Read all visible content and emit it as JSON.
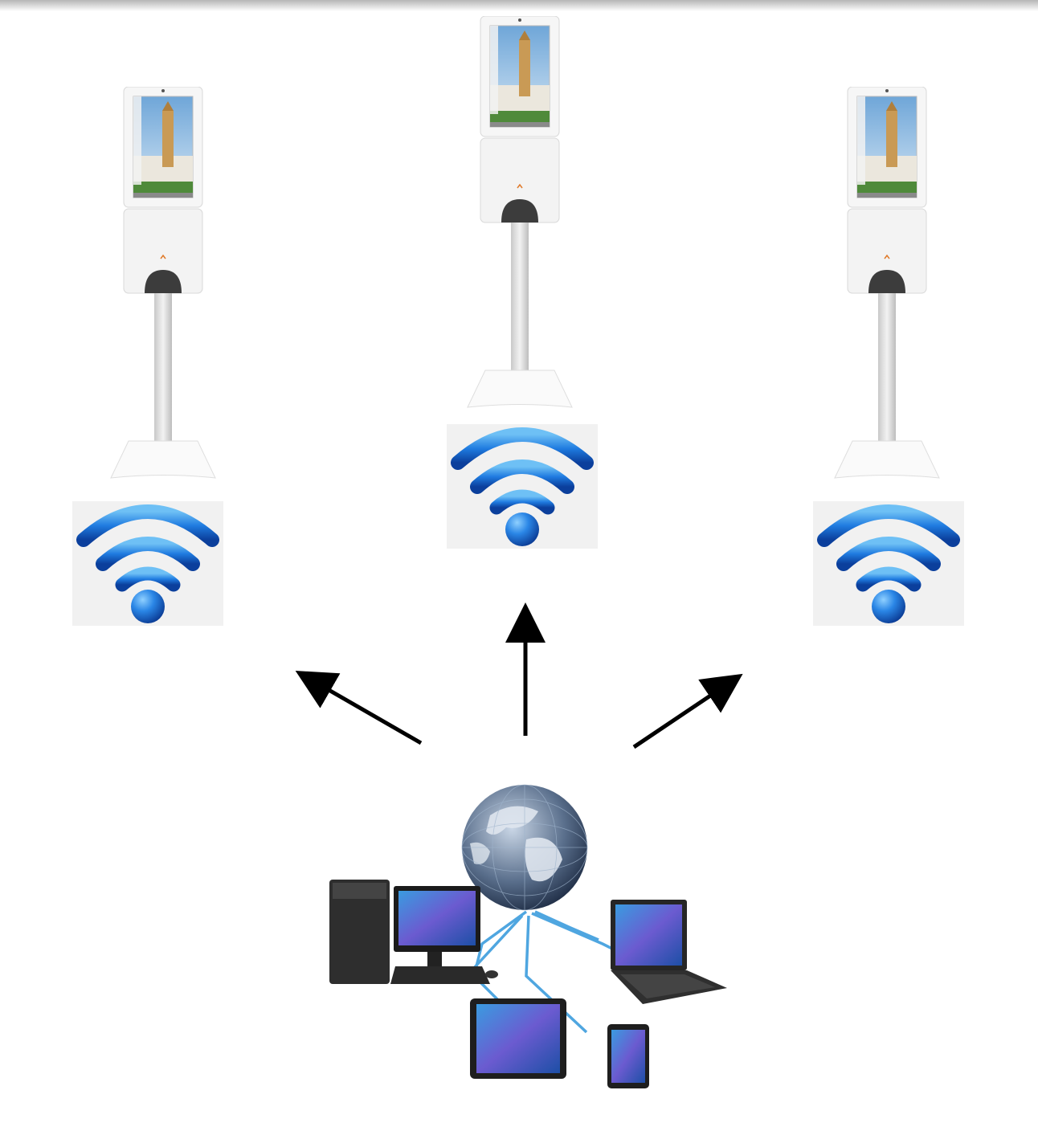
{
  "diagram": {
    "nodes": [
      {
        "id": "kiosk-left",
        "kind": "kiosk",
        "icon": "wifi-icon"
      },
      {
        "id": "kiosk-center",
        "kind": "kiosk",
        "icon": "wifi-icon"
      },
      {
        "id": "kiosk-right",
        "kind": "kiosk",
        "icon": "wifi-icon"
      },
      {
        "id": "network-hub",
        "kind": "network",
        "icon": "globe-network-icon",
        "devices": [
          "desktop-computer",
          "laptop",
          "tablet",
          "phone"
        ]
      }
    ],
    "edges": [
      {
        "from": "network-hub",
        "to": "kiosk-left"
      },
      {
        "from": "network-hub",
        "to": "kiosk-center"
      },
      {
        "from": "network-hub",
        "to": "kiosk-right"
      }
    ],
    "colors": {
      "wifi_blue": "#1a6fd6",
      "wifi_light": "#5fb0f0",
      "kiosk_body": "#f4f4f4",
      "arrow": "#000000"
    }
  }
}
